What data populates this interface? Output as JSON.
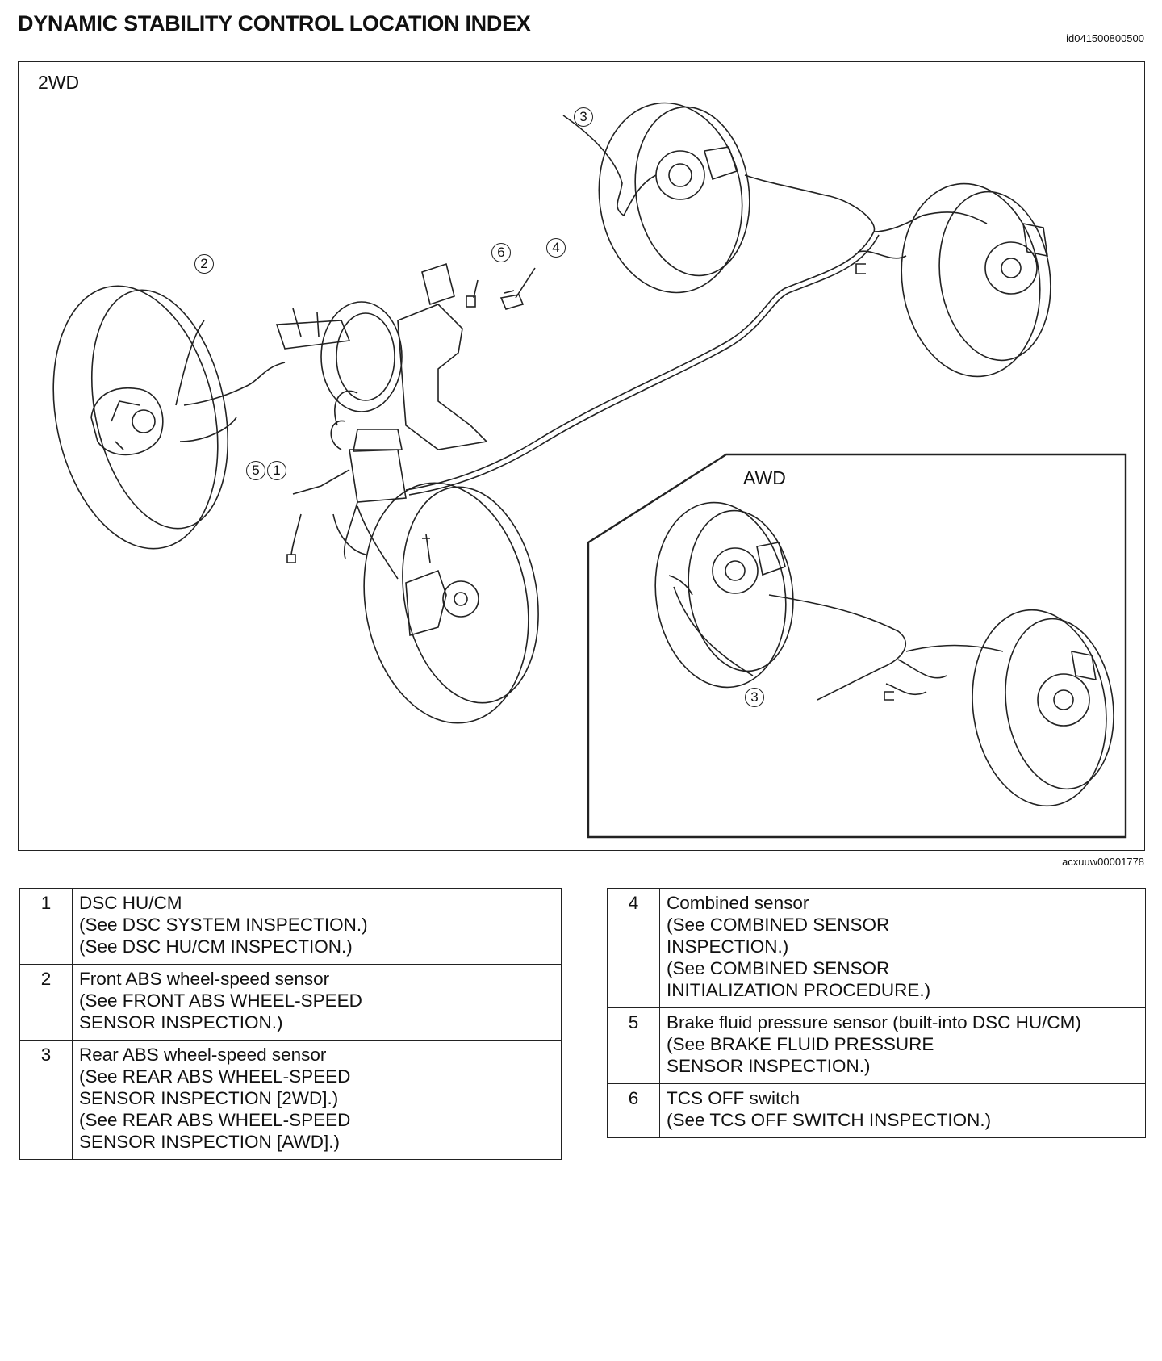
{
  "header": {
    "title": "DYNAMIC STABILITY CONTROL LOCATION INDEX",
    "doc_id": "id041500800500"
  },
  "diagram": {
    "label_2wd": "2WD",
    "label_awd": "AWD",
    "figure_id": "acxuuw00001778",
    "callouts": [
      "3",
      "2",
      "6",
      "4",
      "5",
      "1",
      "3"
    ]
  },
  "index_left": [
    {
      "num": "1",
      "lines": [
        "DSC HU/CM",
        "(See DSC SYSTEM INSPECTION.)",
        "(See DSC HU/CM INSPECTION.)"
      ]
    },
    {
      "num": "2",
      "lines": [
        "Front ABS wheel-speed sensor",
        "(See FRONT ABS WHEEL-SPEED",
        "SENSOR INSPECTION.)"
      ]
    },
    {
      "num": "3",
      "lines": [
        "Rear ABS wheel-speed sensor",
        "(See REAR ABS WHEEL-SPEED",
        "SENSOR INSPECTION [2WD].)",
        "(See REAR ABS WHEEL-SPEED",
        "SENSOR INSPECTION [AWD].)"
      ]
    }
  ],
  "index_right": [
    {
      "num": "4",
      "lines": [
        "Combined sensor",
        "(See COMBINED SENSOR",
        "INSPECTION.)",
        "(See COMBINED SENSOR",
        "INITIALIZATION PROCEDURE.)"
      ]
    },
    {
      "num": "5",
      "lines": [
        "Brake fluid pressure sensor (built-into DSC HU/CM)",
        "(See BRAKE FLUID PRESSURE",
        "SENSOR INSPECTION.)"
      ]
    },
    {
      "num": "6",
      "lines": [
        "TCS OFF switch",
        "(See TCS OFF SWITCH INSPECTION.)"
      ]
    }
  ]
}
